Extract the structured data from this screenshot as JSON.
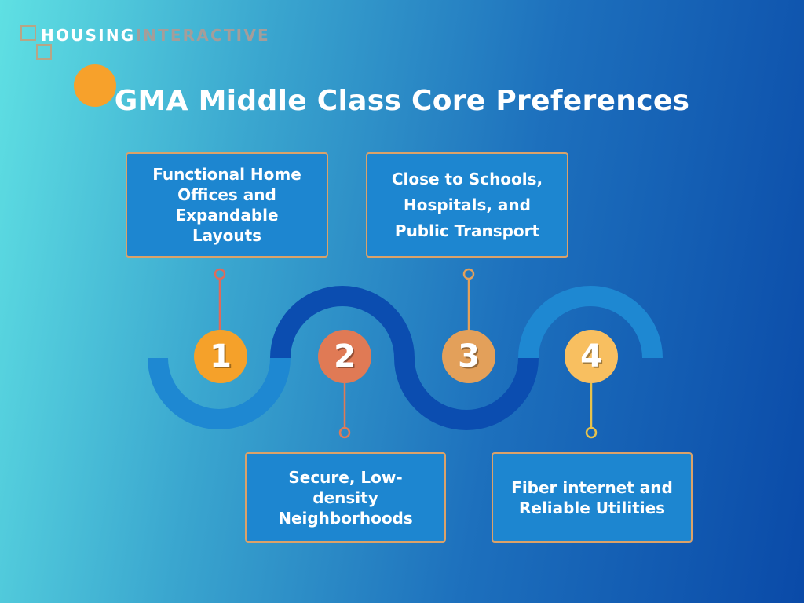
{
  "logo": {
    "part1": "HOUSING",
    "part2": "INTERACTIVE"
  },
  "title": "GMA Middle Class Core Preferences",
  "colors": {
    "step1": "#f5a12a",
    "step2": "#e07a55",
    "step3": "#e3a05a",
    "step4": "#f8bf60",
    "card_fill": "#1d86d0",
    "card_border": "#dba269",
    "wave_light": "#1e88d2",
    "wave_dark": "#0b4db0"
  },
  "steps": [
    {
      "number": "1",
      "text": "Functional Home Offices and Expandable Layouts"
    },
    {
      "number": "2",
      "text": "Secure, Low-density Neighborhoods"
    },
    {
      "number": "3",
      "text": "Close to Schools, Hospitals, and Public Transport"
    },
    {
      "number": "4",
      "text": "Fiber internet and Reliable Utilities"
    }
  ]
}
